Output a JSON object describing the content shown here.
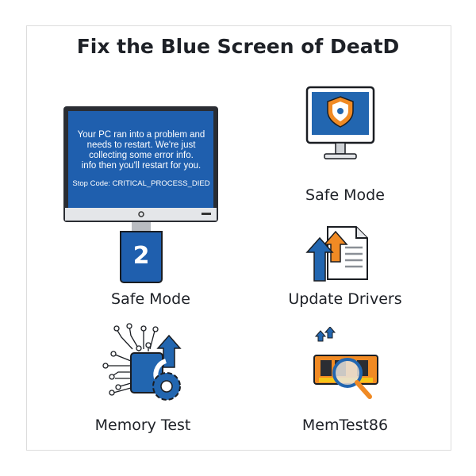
{
  "title": "Fix the Blue Screen of DeatD",
  "bsod": {
    "lines": [
      "Your PC ran into a problem and",
      "needs to restart. We're just",
      "collecting some error info.",
      "info then you'll restart for you."
    ],
    "stop_code": "Stop Code: CRITICAL_PROCESS_DIED"
  },
  "badge_number": "2",
  "items": [
    {
      "label": "Safe Mode",
      "icon": "monitor-shield-icon"
    },
    {
      "label": "Safe Mode",
      "icon": "usb-drive-icon"
    },
    {
      "label": "Update Drivers",
      "icon": "document-upload-icon"
    },
    {
      "label": "Memory Test",
      "icon": "chip-gear-icon"
    },
    {
      "label": "MemTest86",
      "icon": "ram-magnifier-icon"
    }
  ],
  "colors": {
    "blue": "#2266b0",
    "orange": "#f08a24",
    "dark": "#1e2127"
  }
}
